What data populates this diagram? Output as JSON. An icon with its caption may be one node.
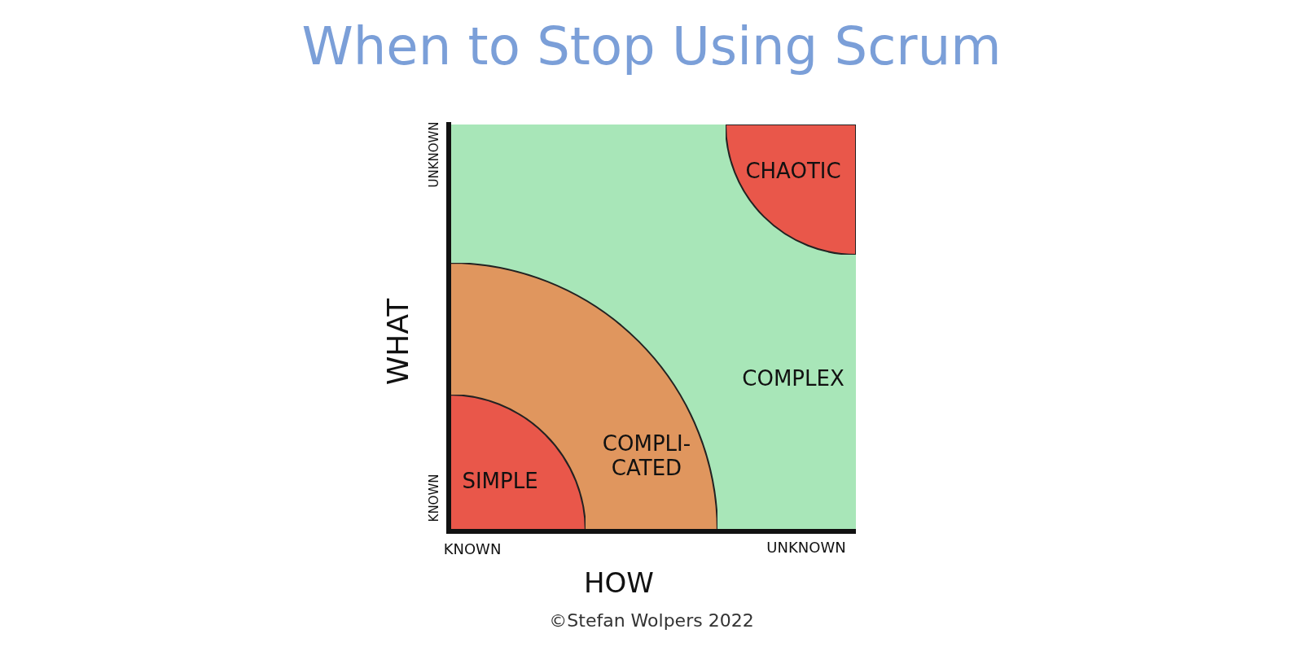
{
  "diagram": {
    "title": "When to Stop Using Scrum",
    "caption": "©Stefan Wolpers 2022",
    "nodes": [
      {
        "text": [
          "COMPLEX"
        ]
      },
      {
        "text": [
          "COMPLI- CATED"
        ],
        "in": 0
      },
      {
        "text": [
          "SIMPLE"
        ],
        "in": 1
      },
      {
        "text": [
          "CHAOTIC"
        ],
        "in": 0
      }
    ],
    "labels": [
      "UNKNOWN",
      "WHAT",
      "KNOWN",
      "KNOWN",
      "UNKNOWN",
      "HOW"
    ]
  }
}
